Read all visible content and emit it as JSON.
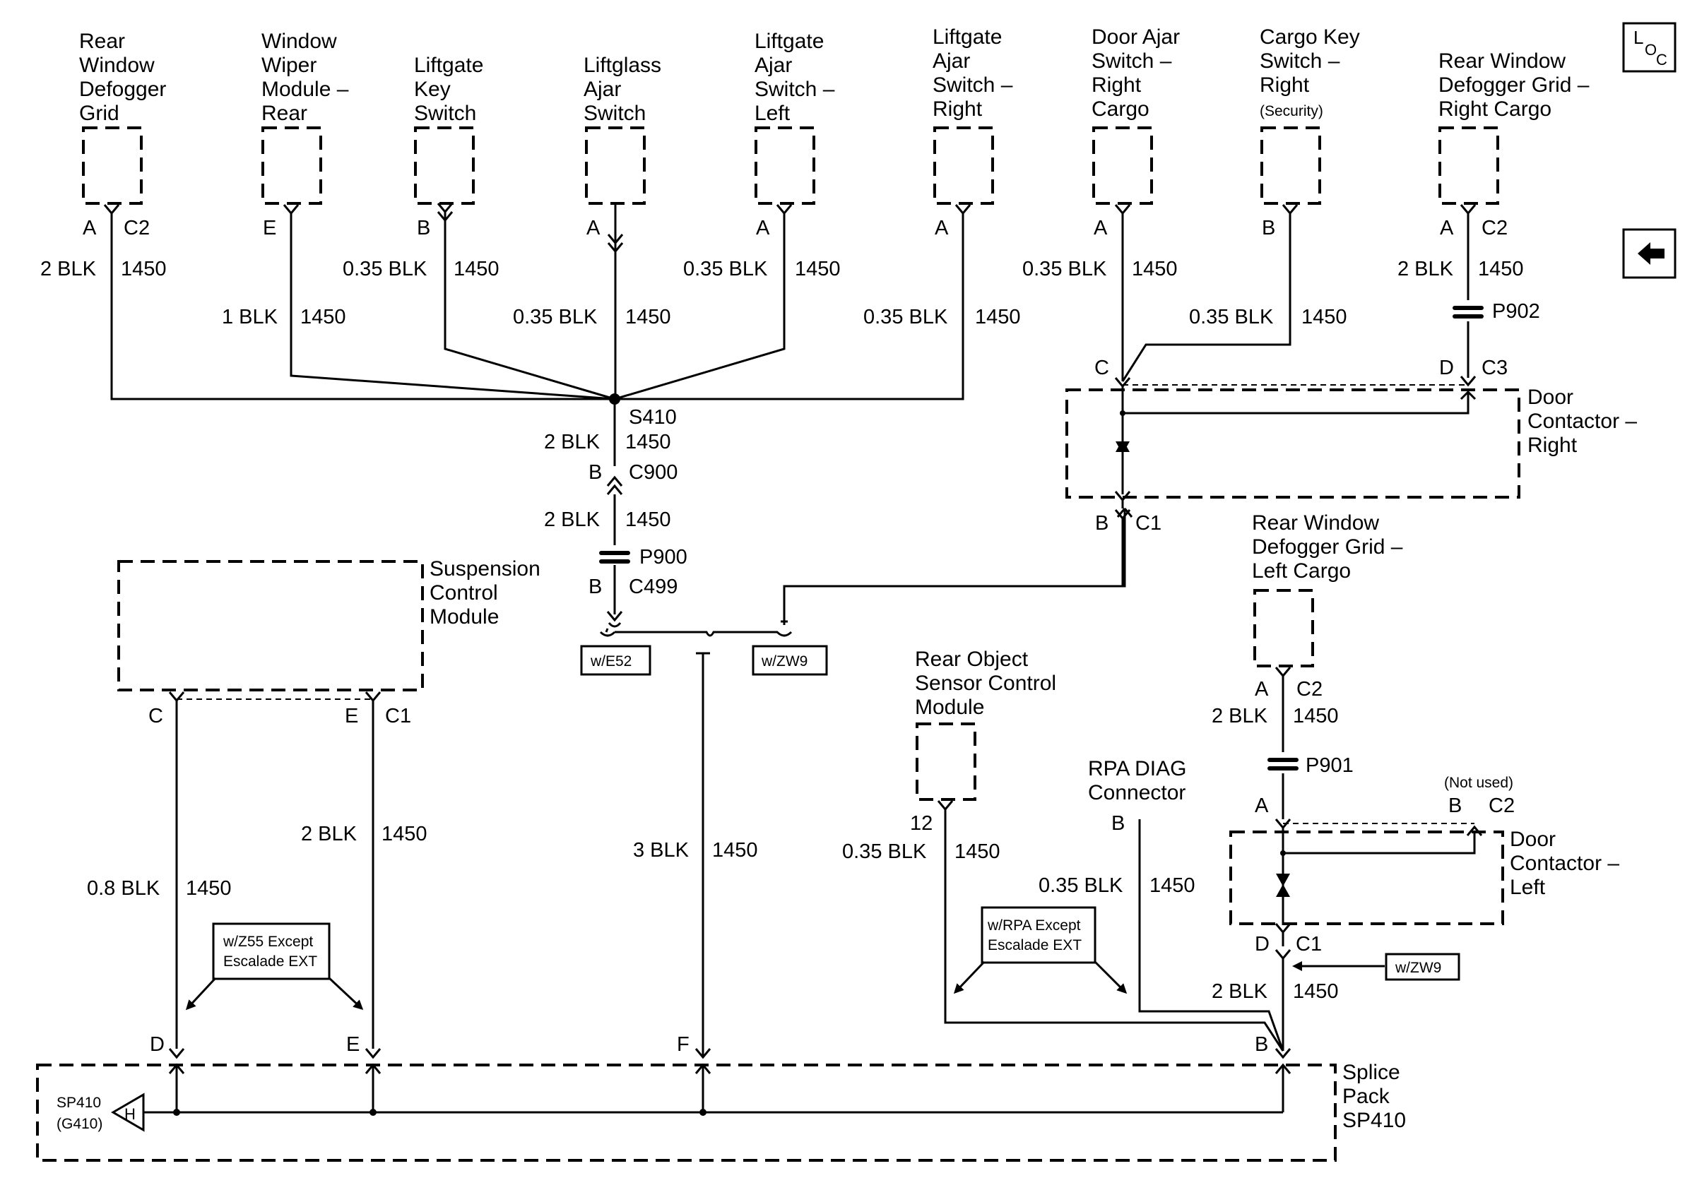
{
  "components": {
    "rear_window_defogger_grid": [
      "Rear",
      "Window",
      "Defogger",
      "Grid"
    ],
    "window_wiper_module": [
      "Window",
      "Wiper",
      "Module –",
      "Rear"
    ],
    "liftgate_key_switch": [
      "Liftgate",
      "Key",
      "Switch"
    ],
    "liftglass_ajar_switch": [
      "Liftglass",
      "Ajar",
      "Switch"
    ],
    "liftgate_ajar_left": [
      "Liftgate",
      "Ajar",
      "Switch –",
      "Left"
    ],
    "liftgate_ajar_right": [
      "Liftgate",
      "Ajar",
      "Switch –",
      "Right"
    ],
    "door_ajar_right_cargo": [
      "Door Ajar",
      "Switch –",
      "Right",
      "Cargo"
    ],
    "cargo_key_switch": [
      "Cargo Key",
      "Switch –",
      "Right"
    ],
    "cargo_key_security": "(Security)",
    "defogger_grid_right_cargo": [
      "Rear Window",
      "Defogger Grid –",
      "Right Cargo"
    ],
    "door_contactor_right": [
      "Door",
      "Contactor –",
      "Right"
    ],
    "defogger_grid_left_cargo": [
      "Rear Window",
      "Defogger Grid –",
      "Left Cargo"
    ],
    "suspension_control_module": [
      "Suspension",
      "Control",
      "Module"
    ],
    "rear_object_sensor": [
      "Rear Object",
      "Sensor Control",
      "Module"
    ],
    "rpa_diag": [
      "RPA DIAG",
      "Connector"
    ],
    "door_contactor_left": [
      "Door",
      "Contactor –",
      "Left"
    ],
    "not_used": "(Not used)",
    "splice_pack": [
      "Splice",
      "Pack",
      "SP410"
    ],
    "sp410_label": [
      "SP410",
      "(G410)"
    ],
    "ground_symbol": "H"
  },
  "pins": {
    "A": "A",
    "B": "B",
    "C": "C",
    "D": "D",
    "E": "E",
    "F": "F",
    "n12": "12",
    "C1": "C1",
    "C2": "C2",
    "C3": "C3"
  },
  "wires": {
    "blk2": "2 BLK",
    "blk1": "1 BLK",
    "blk035": "0.35 BLK",
    "blk08": "0.8 BLK",
    "blk3": "3 BLK",
    "circuit": "1450"
  },
  "connectors": {
    "s410": "S410",
    "c900": "C900",
    "p900": "P900",
    "c499": "C499",
    "p901": "P901",
    "p902": "P902"
  },
  "options": {
    "e52": "w/E52",
    "zw9": "w/ZW9",
    "z55": [
      "w/Z55 Except",
      "Escalade EXT"
    ],
    "rpa": [
      "w/RPA Except",
      "Escalade EXT"
    ]
  },
  "nav": {
    "loc_l": "L",
    "loc_o": "O",
    "loc_c": "C"
  }
}
